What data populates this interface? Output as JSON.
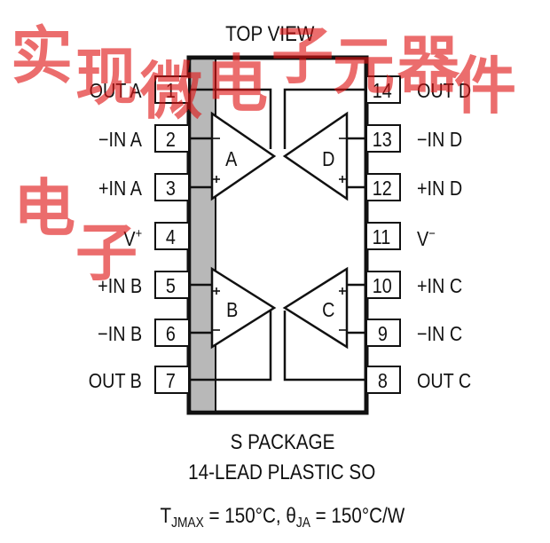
{
  "header": {
    "title": "TOP VIEW"
  },
  "pins": [
    {
      "num": "1",
      "label": "OUT A"
    },
    {
      "num": "2",
      "label": "−IN A"
    },
    {
      "num": "3",
      "label": "+IN A"
    },
    {
      "num": "4",
      "label": "V+"
    },
    {
      "num": "5",
      "label": "+IN B"
    },
    {
      "num": "6",
      "label": "−IN B"
    },
    {
      "num": "7",
      "label": "OUT B"
    },
    {
      "num": "8",
      "label": "OUT C"
    },
    {
      "num": "9",
      "label": "−IN C"
    },
    {
      "num": "10",
      "label": "+IN C"
    },
    {
      "num": "11",
      "label": "V−"
    },
    {
      "num": "12",
      "label": "+IN D"
    },
    {
      "num": "13",
      "label": "−IN D"
    },
    {
      "num": "14",
      "label": "OUT D"
    }
  ],
  "amplifiers": [
    "A",
    "B",
    "C",
    "D"
  ],
  "footer": {
    "package": "S PACKAGE",
    "description": "14-LEAD PLASTIC SO",
    "thermal": "TJMAX = 150°C, θJA = 150°C/W"
  },
  "watermark": "实现微电子元器件电子",
  "colors": {
    "ink": "#111111",
    "pin1_band": "#b8b8b8",
    "watermark": "#de1414"
  }
}
